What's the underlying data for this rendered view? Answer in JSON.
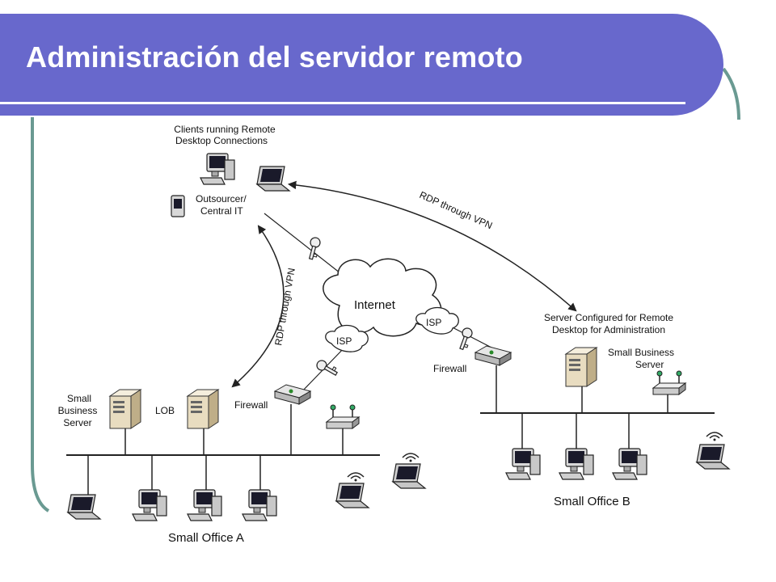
{
  "slide": {
    "title": "Administración del servidor remoto",
    "accent_color": "#6868cc",
    "frame_color": "#6a9a92"
  },
  "diagram": {
    "clients_label_1": "Clients running Remote",
    "clients_label_2": "Desktop Connections",
    "outsourcer_label_1": "Outsourcer/",
    "outsourcer_label_2": "Central IT",
    "internet_label": "Internet",
    "isp_left_label": "ISP",
    "isp_right_label": "ISP",
    "rdp_right_label": "RDP through VPN",
    "rdp_left_label": "RDP through VPN",
    "server_config_label_1": "Server Configured for Remote",
    "server_config_label_2": "Desktop for Administration",
    "sbs_b_label_1": "Small Business",
    "sbs_b_label_2": "Server",
    "firewall_b_label": "Firewall",
    "firewall_a_label": "Firewall",
    "sbs_a_label_1": "Small",
    "sbs_a_label_2": "Business",
    "sbs_a_label_3": "Server",
    "lob_label": "LOB",
    "office_a_label": "Small Office A",
    "office_b_label": "Small Office B"
  }
}
